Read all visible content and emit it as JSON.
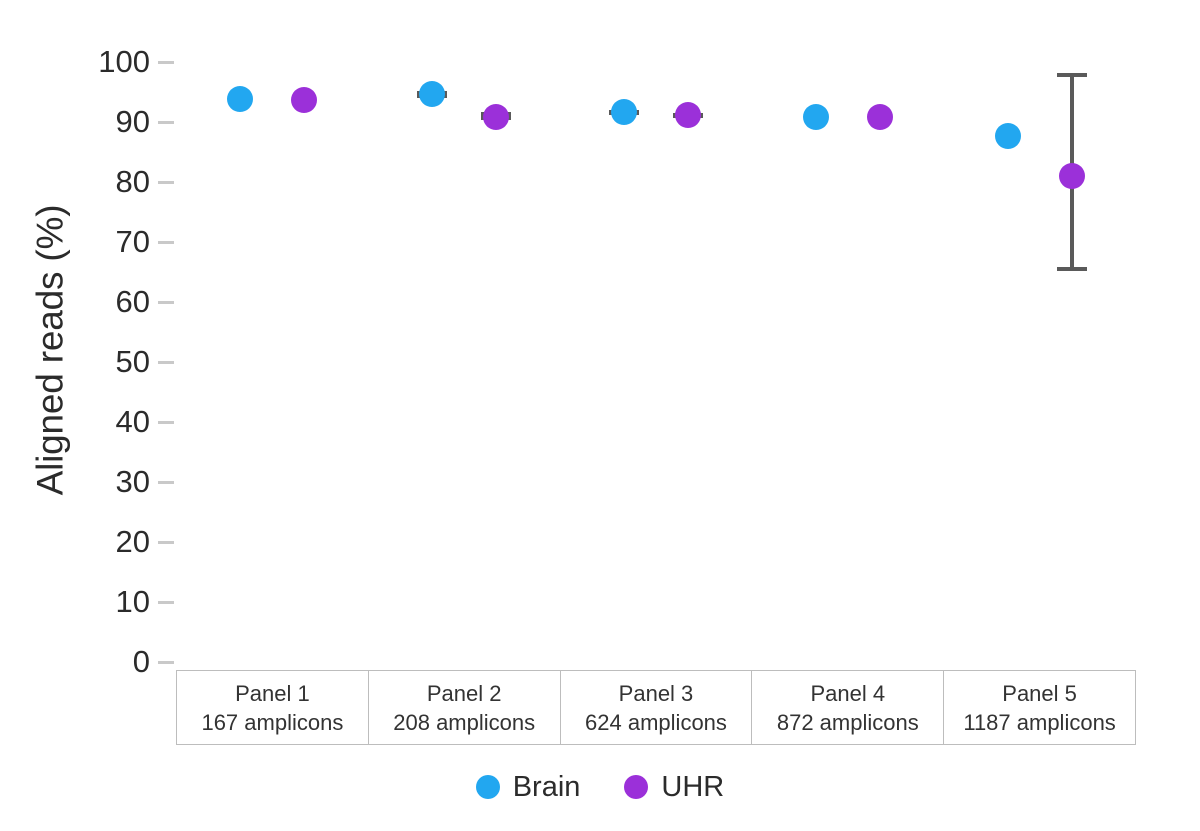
{
  "chart_data": {
    "type": "scatter",
    "title": "",
    "xlabel": "",
    "ylabel": "Aligned reads (%)",
    "ylim": [
      0,
      100
    ],
    "yticks": [
      0,
      10,
      20,
      30,
      40,
      50,
      60,
      70,
      80,
      90,
      100
    ],
    "ytick_labels": [
      "0",
      "10",
      "20",
      "30",
      "40",
      "50",
      "60",
      "70",
      "80",
      "90",
      "100"
    ],
    "grid": false,
    "legend_position": "bottom",
    "categories": [
      "Panel 1",
      "Panel 2",
      "Panel 3",
      "Panel 4",
      "Panel 5"
    ],
    "category_sublabels": [
      "167 amplicons",
      "208 amplicons",
      "624 amplicons",
      "872 amplicons",
      "1187 amplicons"
    ],
    "series": [
      {
        "name": "Brain",
        "color": "#22A7F0",
        "values": [
          93.8,
          94.6,
          91.6,
          90.9,
          87.7
        ],
        "err_low": [
          93.8,
          94.0,
          91.2,
          90.9,
          87.7
        ],
        "err_high": [
          93.8,
          95.2,
          92.0,
          90.9,
          87.7
        ]
      },
      {
        "name": "UHR",
        "color": "#9B30D9",
        "values": [
          93.7,
          90.9,
          91.1,
          90.8,
          81.0
        ],
        "err_low": [
          93.7,
          90.3,
          90.7,
          90.8,
          65.2
        ],
        "err_high": [
          93.7,
          91.6,
          91.5,
          90.8,
          98.2
        ]
      }
    ]
  },
  "legend": {
    "items": [
      {
        "label": "Brain",
        "color": "#22A7F0"
      },
      {
        "label": "UHR",
        "color": "#9B30D9"
      }
    ]
  },
  "axis": {
    "y_title": "Aligned reads (%)"
  }
}
